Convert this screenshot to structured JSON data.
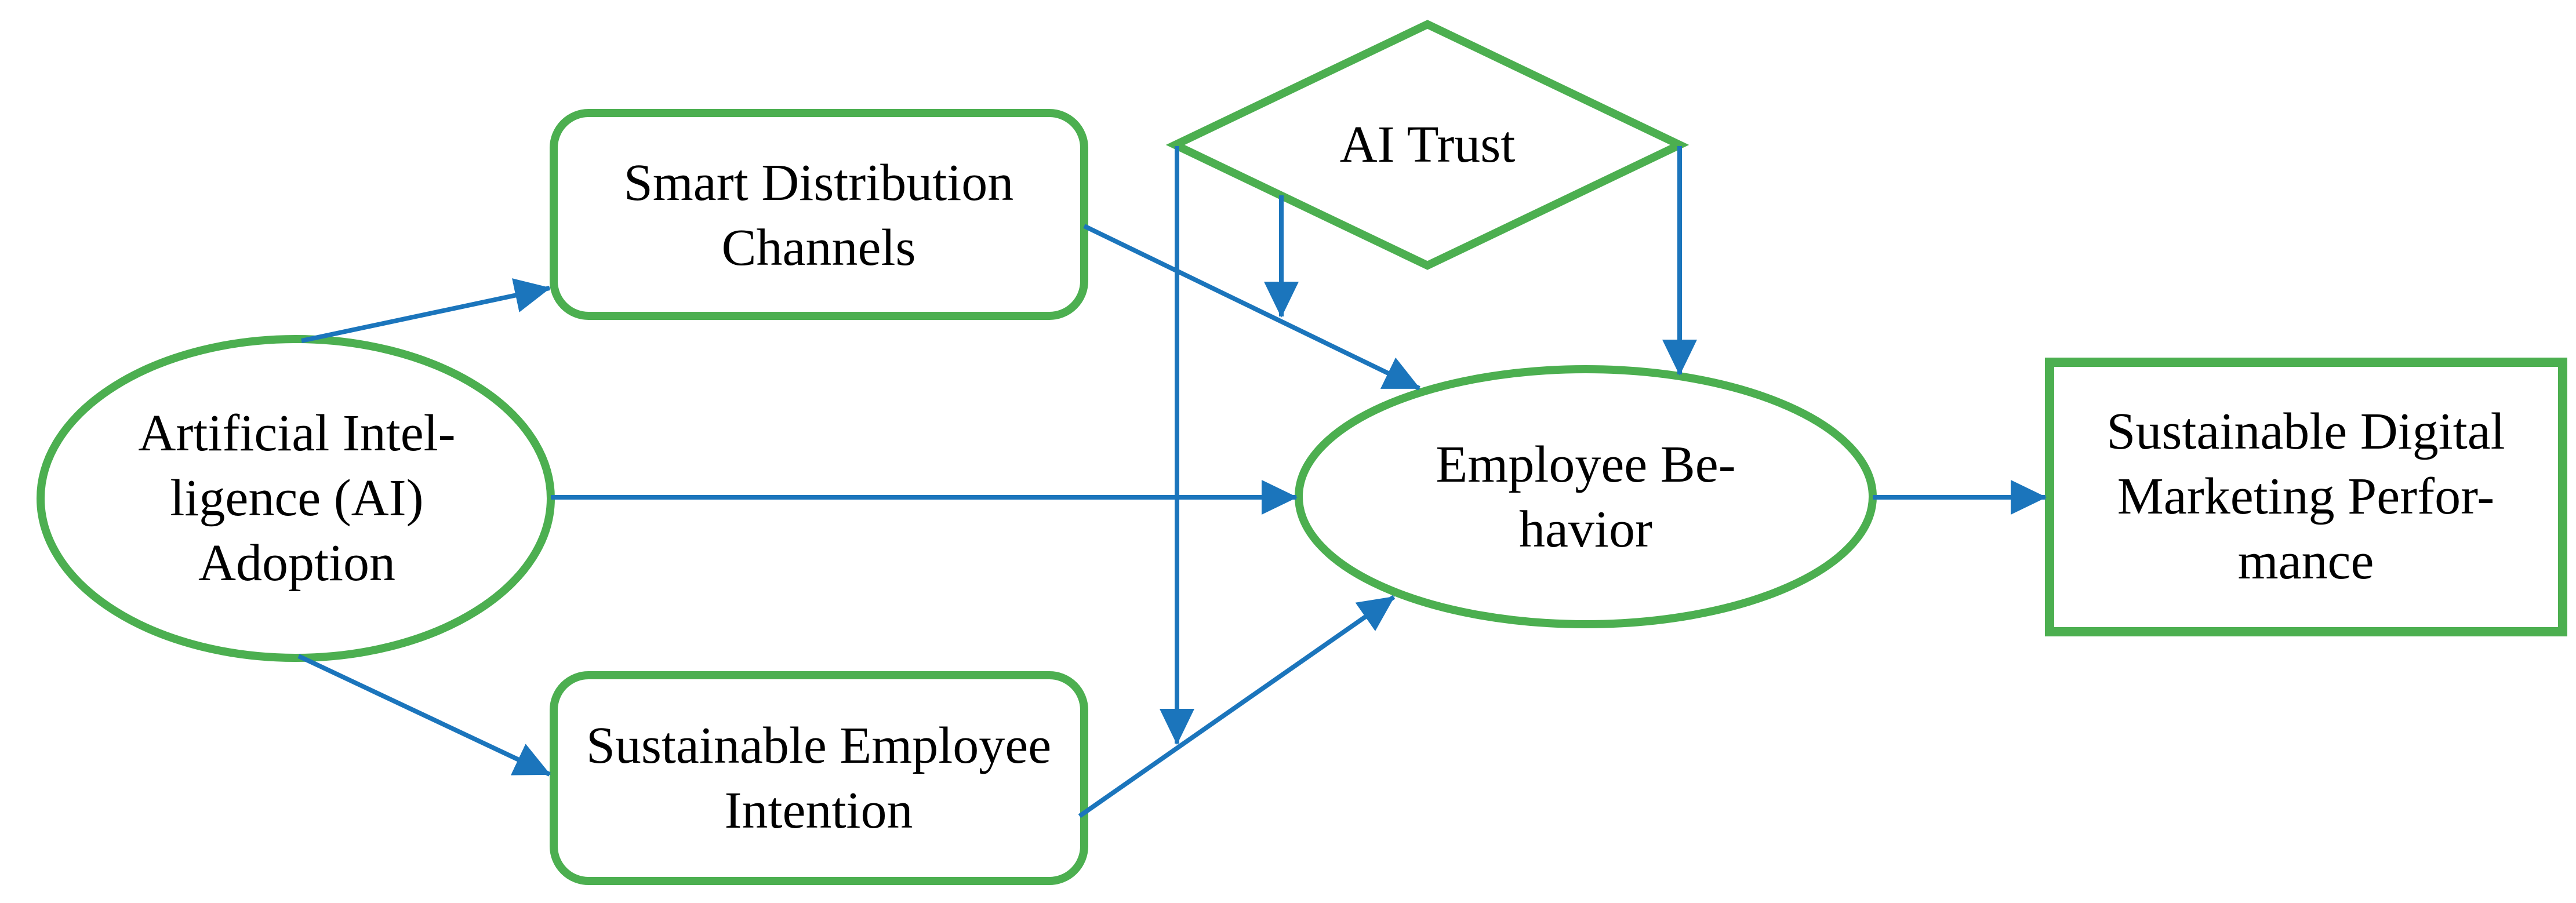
{
  "figure": {
    "title": "AI adoption conceptual research model",
    "background": "#ffffff",
    "colors": {
      "node_border": "#4CAF50",
      "arrow": "#1B75BC",
      "text": "#000000"
    },
    "nodes": [
      {
        "id": "ai-adoption",
        "shape": "ellipse",
        "lines": [
          "Artificial Intel-",
          "ligence (AI)",
          "Adoption"
        ],
        "label": "Artificial Intelligence (AI) Adoption"
      },
      {
        "id": "smart-distribution-channels",
        "shape": "rounded-rectangle",
        "lines": [
          "Smart Distribution",
          "Channels"
        ],
        "label": "Smart Distribution Channels"
      },
      {
        "id": "ai-trust",
        "shape": "diamond",
        "lines": [
          "AI Trust"
        ],
        "label": "AI Trust"
      },
      {
        "id": "employee-behavior",
        "shape": "ellipse",
        "lines": [
          "Employee Be-",
          "havior"
        ],
        "label": "Employee Behavior"
      },
      {
        "id": "sustainable-digital-marketing-performance",
        "shape": "rectangle",
        "lines": [
          "Sustainable Digital",
          "Marketing Perfor-",
          "mance"
        ],
        "label": "Sustainable Digital Marketing Performance"
      },
      {
        "id": "sustainable-employee-intention",
        "shape": "rounded-rectangle",
        "lines": [
          "Sustainable Employee",
          "Intention"
        ],
        "label": "Sustainable Employee Intention"
      }
    ],
    "edges": [
      {
        "from": "ai-adoption",
        "to": "smart-distribution-channels",
        "type": "direct"
      },
      {
        "from": "ai-adoption",
        "to": "employee-behavior",
        "type": "direct"
      },
      {
        "from": "ai-adoption",
        "to": "sustainable-employee-intention",
        "type": "direct"
      },
      {
        "from": "smart-distribution-channels",
        "to": "employee-behavior",
        "type": "direct"
      },
      {
        "from": "sustainable-employee-intention",
        "to": "employee-behavior",
        "type": "direct"
      },
      {
        "from": "ai-trust",
        "to": "employee-behavior",
        "type": "direct"
      },
      {
        "from": "ai-trust",
        "to": "path:smart-distribution-channels->employee-behavior",
        "type": "moderation"
      },
      {
        "from": "ai-trust",
        "to": "path:sustainable-employee-intention->employee-behavior",
        "type": "moderation"
      },
      {
        "from": "employee-behavior",
        "to": "sustainable-digital-marketing-performance",
        "type": "direct"
      }
    ]
  }
}
